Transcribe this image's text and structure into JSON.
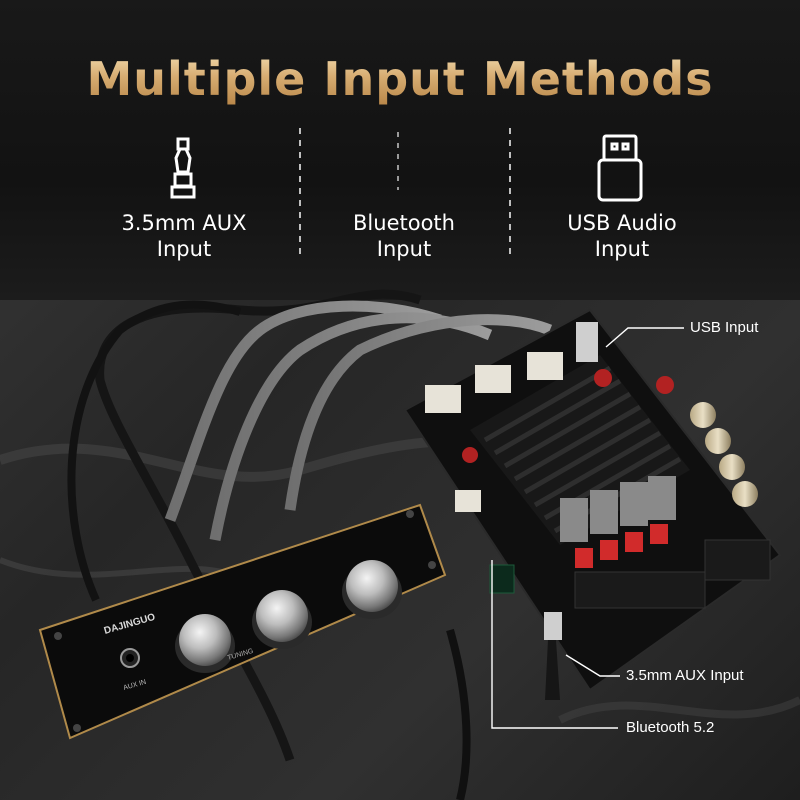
{
  "header": {
    "title": "Multiple Input Methods",
    "features": [
      {
        "icon": "audio-jack-icon",
        "line1": "3.5mm AUX",
        "line2": "Input"
      },
      {
        "icon": "bluetooth-icon",
        "line1": "Bluetooth",
        "line2": "Input"
      },
      {
        "icon": "usb-drive-icon",
        "line1": "USB Audio",
        "line2": "Input"
      }
    ]
  },
  "callouts": {
    "usb": "USB Input",
    "aux": "3.5mm AUX Input",
    "bluetooth": "Bluetooth 5.2"
  },
  "product": {
    "panel_brand": "DAJINGUO",
    "panel_jack_label": "AUX IN",
    "panel_tuning_label": "TUNING"
  },
  "colors": {
    "title_gold": "#d7ad72",
    "header_bg": "#151515",
    "marble_bg": "#2b2b2b",
    "callout_line": "#ffffff"
  }
}
